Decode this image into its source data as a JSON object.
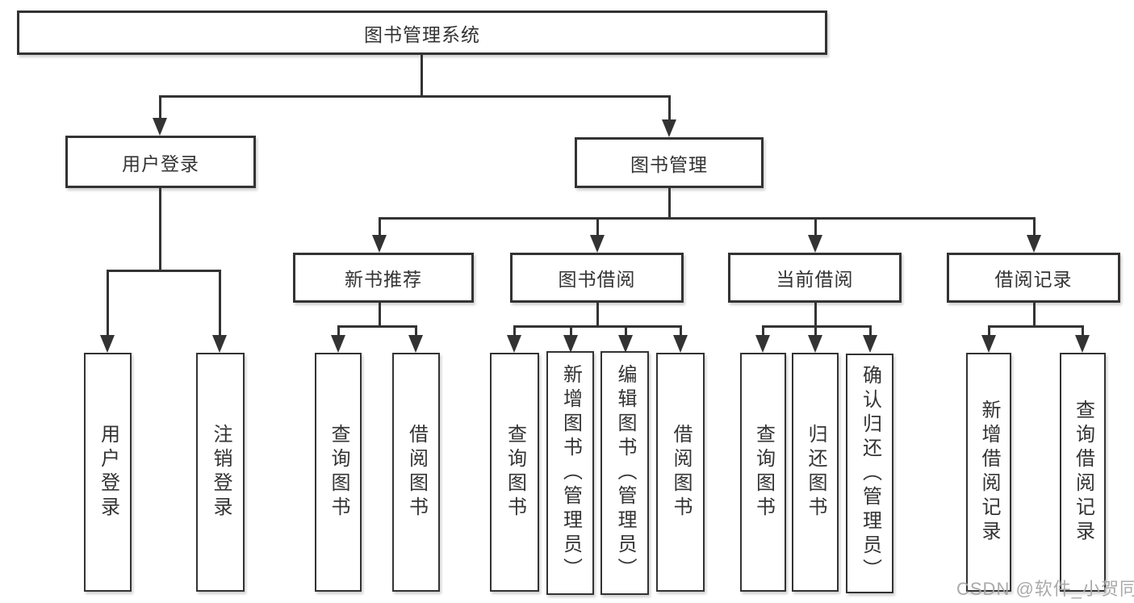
{
  "diagram_title": "图书管理系统",
  "tree": {
    "label": "图书管理系统",
    "children": [
      {
        "label": "用户登录",
        "children": [
          {
            "label": "用户登录"
          },
          {
            "label": "注销登录"
          }
        ]
      },
      {
        "label": "图书管理",
        "children": [
          {
            "label": "新书推荐",
            "children": [
              {
                "label": "查询图书"
              },
              {
                "label": "借阅图书"
              }
            ]
          },
          {
            "label": "图书借阅",
            "children": [
              {
                "label": "查询图书"
              },
              {
                "label": "新增图书（管理员）"
              },
              {
                "label": "编辑图书（管理员）"
              },
              {
                "label": "借阅图书"
              }
            ]
          },
          {
            "label": "当前借阅",
            "children": [
              {
                "label": "查询图书"
              },
              {
                "label": "归还图书"
              },
              {
                "label": "确认归还（管理员）"
              }
            ]
          },
          {
            "label": "借阅记录",
            "children": [
              {
                "label": "新增借阅记录"
              },
              {
                "label": "查询借阅记录"
              }
            ]
          }
        ]
      }
    ]
  },
  "watermark": {
    "text": "CSDN @软件_小贺同学"
  },
  "colors": {
    "line": "#333333",
    "text": "#333333",
    "box_background": "#ffffff",
    "watermark": "#a5a5a5",
    "page_background": "#ffffff"
  }
}
